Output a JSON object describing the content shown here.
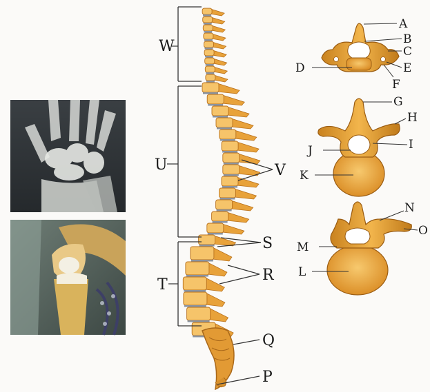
{
  "figure": {
    "region_labels": {
      "W": "W",
      "U": "U",
      "T": "T"
    },
    "spine_labels": {
      "V": "V",
      "S": "S",
      "R": "R",
      "Q": "Q",
      "P": "P"
    },
    "vertebra_labels": {
      "A": "A",
      "B": "B",
      "C": "C",
      "D": "D",
      "E": "E",
      "F": "F",
      "G": "G",
      "H": "H",
      "I": "I",
      "J": "J",
      "K": "K",
      "N": "N",
      "O": "O",
      "M": "M",
      "L": "L"
    },
    "colors": {
      "bone": "#e8a23a",
      "bone_dark": "#b8701c",
      "bone_light": "#f6c46a",
      "disc": "#8a93a0",
      "line": "#333333",
      "xray_bg": "#2e3236"
    },
    "images": [
      "wrist-xray",
      "knee-illustration"
    ]
  }
}
